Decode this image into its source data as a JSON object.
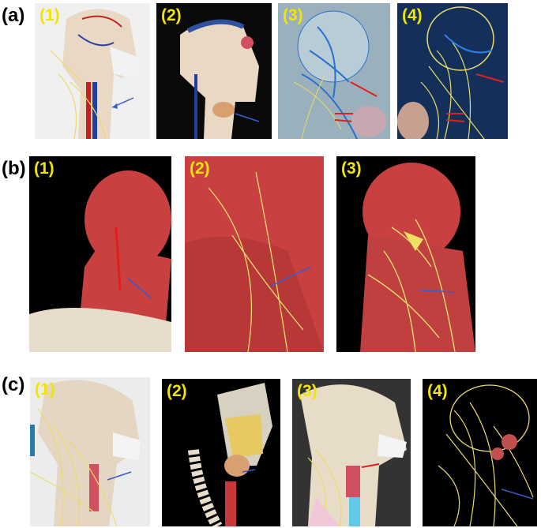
{
  "row_labels": {
    "a": "(a)",
    "b": "(b)",
    "c": "(c)"
  },
  "panel_labels": {
    "a": [
      "(1)",
      "(2)",
      "(3)",
      "(4)"
    ],
    "b": [
      "(1)",
      "(2)",
      "(3)"
    ],
    "c": [
      "(1)",
      "(2)",
      "(3)",
      "(4)"
    ]
  },
  "colors": {
    "label_yellow": "#f2e600",
    "nerve_yellow": "#e8dc6a",
    "arrow_blue": "#3a5bd0",
    "arrow_red": "#e0201c",
    "muscle_red": "#c84040",
    "bone": "#e8dccb",
    "background_dark": "#0a0a0a"
  }
}
